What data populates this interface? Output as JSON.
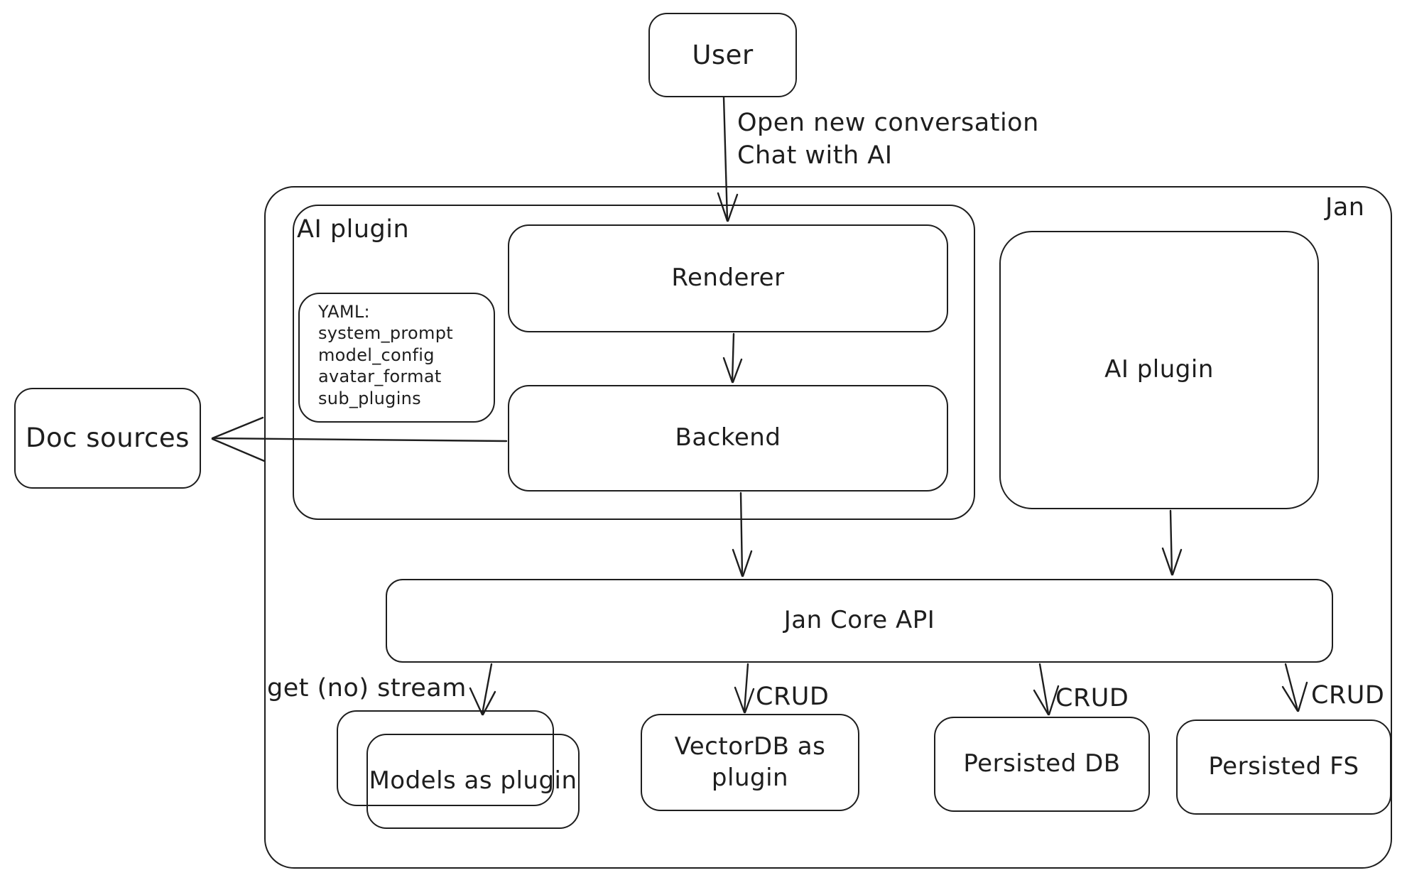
{
  "colors": {
    "stroke": "#1e1e1e",
    "background": "#ffffff"
  },
  "nodes": {
    "user": "User",
    "jan": "Jan",
    "ai_plugin_left": "AI plugin",
    "renderer": "Renderer",
    "backend": "Backend",
    "ai_plugin_right": "AI plugin",
    "doc_sources": "Doc sources",
    "jan_core_api": "Jan Core API",
    "models_as_plugin": "Models as plugin",
    "vectordb_as_plugin": "VectorDB as plugin",
    "persisted_db": "Persisted DB",
    "persisted_fs": "Persisted FS"
  },
  "yaml_note": {
    "lines": [
      "YAML:",
      "system_prompt",
      "model_config",
      "avatar_format",
      "sub_plugins"
    ]
  },
  "edge_labels": {
    "user_to_jan": "Open new conversation\nChat with AI",
    "api_to_models": "get (no) stream",
    "api_to_vectordb": "CRUD",
    "api_to_persisted_db": "CRUD",
    "api_to_persisted_fs": "CRUD"
  }
}
